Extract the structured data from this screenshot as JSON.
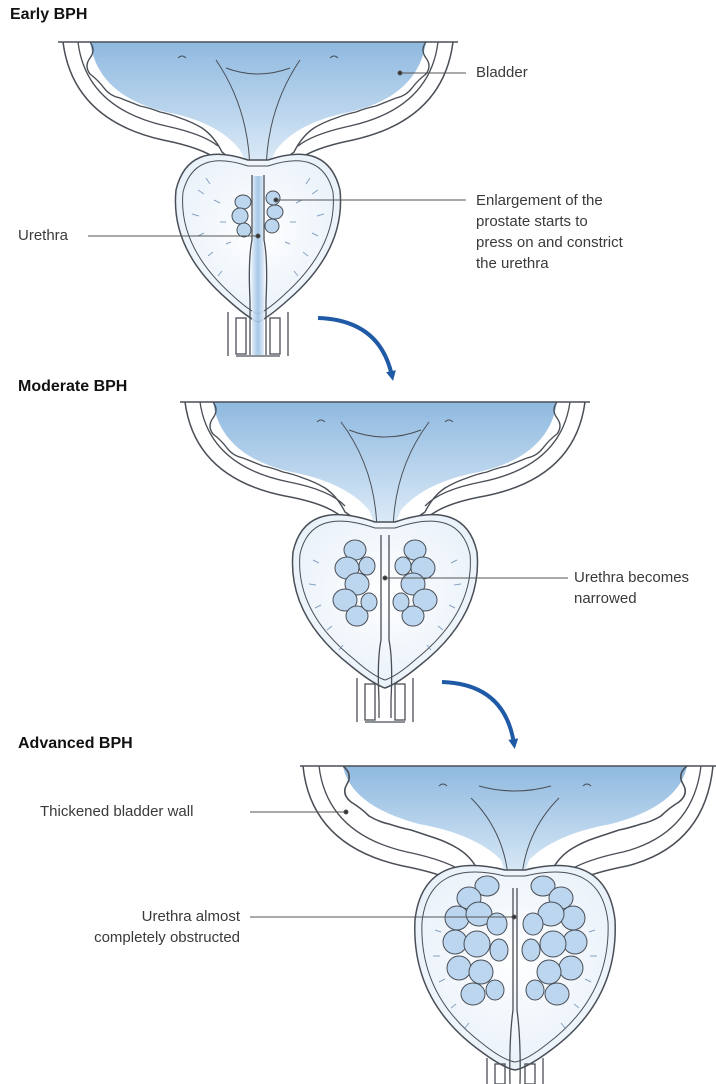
{
  "stages": [
    {
      "title": "Early BPH",
      "labels": {
        "bladder": "Bladder",
        "urethra": "Urethra",
        "enlargement": [
          "Enlargement of the",
          "prostate starts to",
          "press on and constrict",
          "the urethra"
        ]
      }
    },
    {
      "title": "Moderate BPH",
      "labels": {
        "urethra_narrowed": [
          "Urethra becomes",
          "narrowed"
        ]
      }
    },
    {
      "title": "Advanced BPH",
      "labels": {
        "thickened_wall": "Thickened bladder wall",
        "obstructed": [
          "Urethra almost",
          "completely obstructed"
        ]
      }
    }
  ],
  "colors": {
    "outline": "#4a4f57",
    "fluid_dark": "#8fb9e0",
    "fluid_light": "#dcebf8",
    "nodule_fill": "#bcd6ef",
    "arrow": "#1f5aa6",
    "leader": "#555555"
  }
}
